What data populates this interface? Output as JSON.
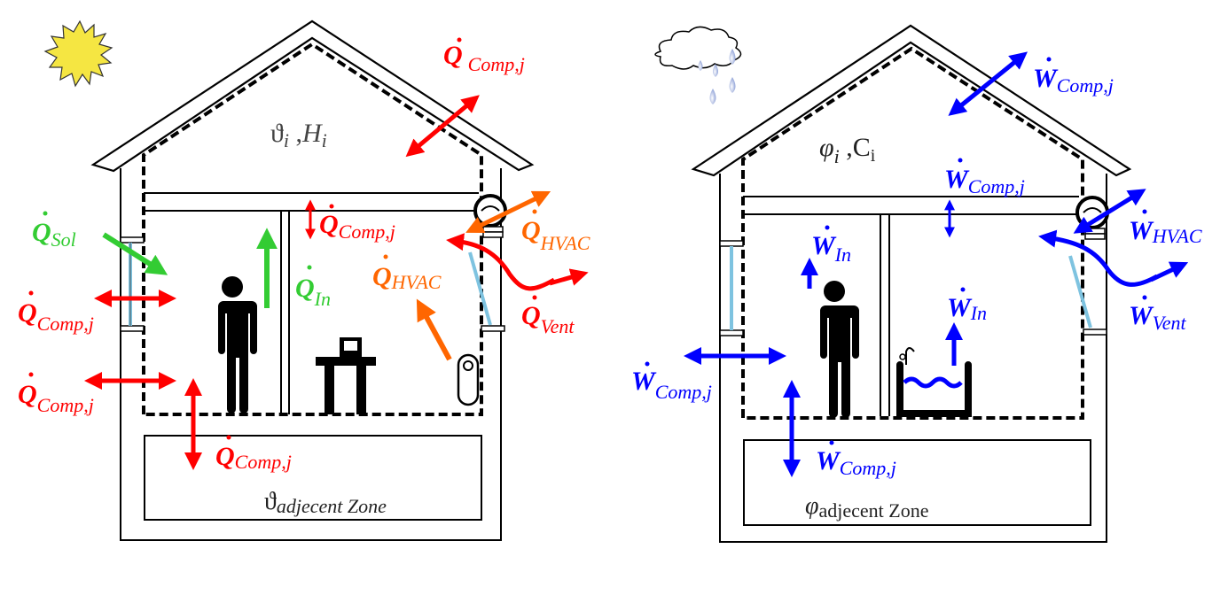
{
  "colors": {
    "heat": "#ff0000",
    "solar_internal": "#33cc33",
    "hvac": "#ff6600",
    "moisture": "#0000ff",
    "sun": "#f5e642",
    "window": "#7ec3e0",
    "rain": "#8c9fd6",
    "outline": "#000000"
  },
  "heat_diagram": {
    "icons": [
      "sun-icon",
      "person-icon",
      "desk-computer-icon",
      "radiator-icon",
      "hvac-unit-icon",
      "window-icon"
    ],
    "zone_label": {
      "symbol": "ϑ",
      "sub": "i",
      "sep": " ,",
      "symbol2": "H",
      "sub2": "i"
    },
    "adjacent_label": {
      "symbol": "ϑ",
      "sub": "adjecent Zone"
    },
    "flows": [
      {
        "id": "roof",
        "symbol": "Q",
        "sub": "Comp,j"
      },
      {
        "id": "ceiling",
        "symbol": "Q",
        "sub": "Comp,j"
      },
      {
        "id": "hvac-outer",
        "symbol": "Q",
        "sub": "HVAC"
      },
      {
        "id": "solar",
        "symbol": "Q",
        "sub": "Sol"
      },
      {
        "id": "window",
        "symbol": "Q",
        "sub": "Comp,j"
      },
      {
        "id": "internal",
        "symbol": "Q",
        "sub": "In"
      },
      {
        "id": "hvac-inner",
        "symbol": "Q",
        "sub": "HVAC"
      },
      {
        "id": "vent",
        "symbol": "Q",
        "sub": "Vent"
      },
      {
        "id": "wall",
        "symbol": "Q",
        "sub": "Comp,j"
      },
      {
        "id": "floor",
        "symbol": "Q",
        "sub": "Comp,j"
      }
    ]
  },
  "moisture_diagram": {
    "icons": [
      "rain-cloud-icon",
      "person-icon",
      "bathtub-icon",
      "hvac-unit-icon",
      "window-icon"
    ],
    "zone_label": {
      "symbol": "φ",
      "sub": "i",
      "sep": " ,",
      "symbol2": "C",
      "sub2": "i"
    },
    "adjacent_label": {
      "symbol": "φ",
      "sub": "adjecent Zone"
    },
    "flows": [
      {
        "id": "roof",
        "symbol": "W",
        "sub": "Comp,j"
      },
      {
        "id": "ceiling",
        "symbol": "W",
        "sub": "Comp,j"
      },
      {
        "id": "hvac",
        "symbol": "W",
        "sub": "HVAC"
      },
      {
        "id": "person",
        "symbol": "W",
        "sub": "In"
      },
      {
        "id": "bath",
        "symbol": "W",
        "sub": "In"
      },
      {
        "id": "vent",
        "symbol": "W",
        "sub": "Vent"
      },
      {
        "id": "wall",
        "symbol": "W",
        "sub": "Comp,j"
      },
      {
        "id": "floor",
        "symbol": "W",
        "sub": "Comp,j"
      }
    ]
  }
}
